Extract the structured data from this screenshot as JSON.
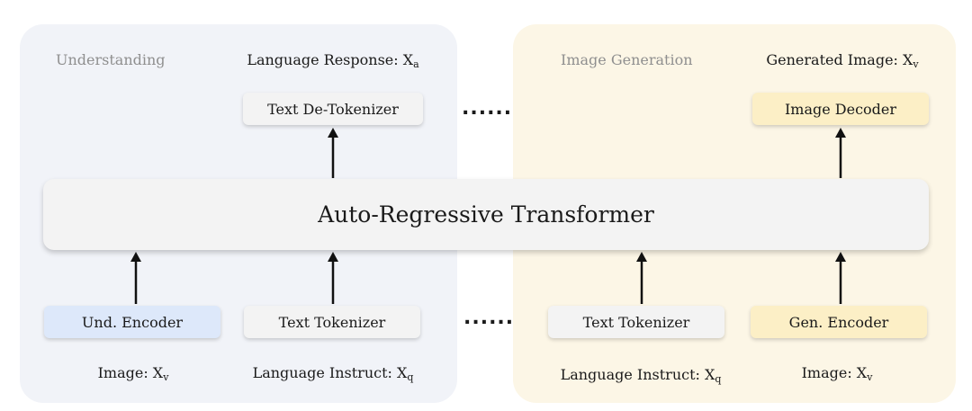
{
  "left_panel": {
    "title": "Understanding",
    "output_label": {
      "text": "Language Response: X",
      "sub": "a"
    },
    "detokenizer": "Text De-Tokenizer",
    "und_encoder": "Und. Encoder",
    "text_tokenizer": "Text Tokenizer",
    "image_label": {
      "text": "Image: X",
      "sub": "v"
    },
    "instruct_label": {
      "text": "Language Instruct: X",
      "sub": "q"
    }
  },
  "right_panel": {
    "title": "Image Generation",
    "output_label": {
      "text": "Generated Image: X",
      "sub": "v"
    },
    "image_decoder": "Image Decoder",
    "text_tokenizer": "Text Tokenizer",
    "gen_encoder": "Gen. Encoder",
    "instruct_label": {
      "text": "Language Instruct: X",
      "sub": "q"
    },
    "image_label": {
      "text": "Image: X",
      "sub": "v"
    }
  },
  "transformer": "Auto-Regressive Transformer",
  "ellipsis": "......",
  "colors": {
    "left_panel_bg": "#f1f3f8",
    "right_panel_bg": "#fcf6e6",
    "und_encoder_bg": "#dde8fa",
    "gen_box_bg": "#fcefc6",
    "neutral_box_bg": "#f3f3f3"
  }
}
